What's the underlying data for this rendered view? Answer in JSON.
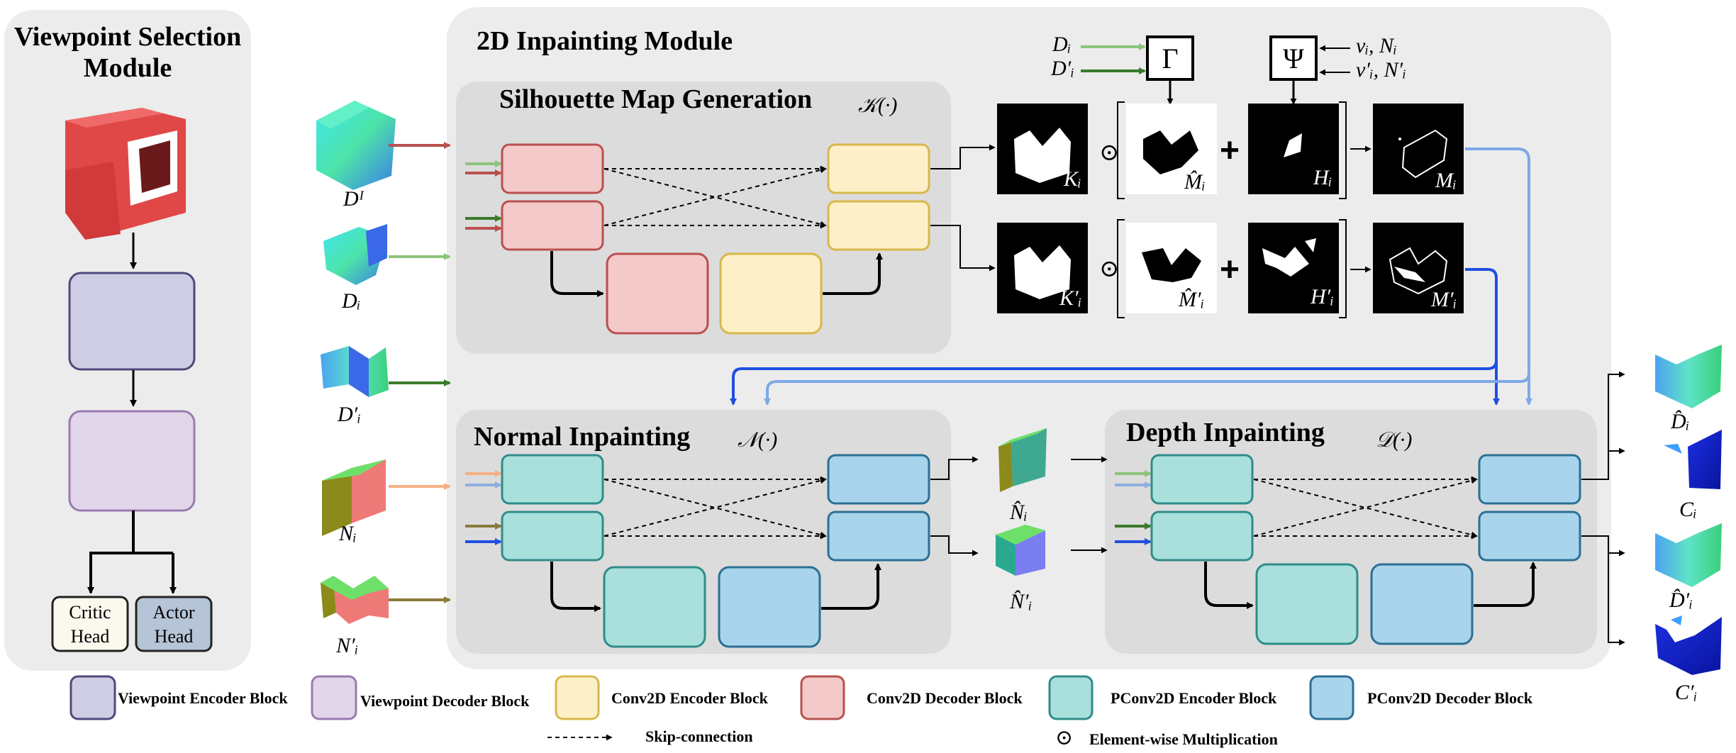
{
  "modules": {
    "viewpoint_selection": {
      "title_line1": "Viewpoint Selection",
      "title_line2": "Module"
    },
    "inpainting_2d": {
      "title": "2D Inpainting Module"
    },
    "silhouette": {
      "title": "Silhouette Map Generation",
      "func": "𝒦(·)"
    },
    "normal": {
      "title": "Normal Inpainting",
      "func": "𝒩(·)"
    },
    "depth": {
      "title": "Depth Inpainting",
      "func": "𝒟(·)"
    }
  },
  "heads": {
    "critic_line1": "Critic",
    "critic_line2": "Head",
    "actor_line1": "Actor",
    "actor_line2": "Head"
  },
  "inputs": {
    "d_full": "Dᴵ",
    "d_i": "Dᵢ",
    "d_i_prime": "D′ᵢ",
    "n_i": "Nᵢ",
    "n_i_prime": "N′ᵢ"
  },
  "operators": {
    "gamma": "Γ",
    "psi": "Ψ",
    "gamma_in1": "Dᵢ",
    "gamma_in2": "D′ᵢ",
    "psi_in1": "vᵢ, Nᵢ",
    "psi_in2": "v′ᵢ, N′ᵢ",
    "odot": "⊙",
    "plus": "+"
  },
  "maps": {
    "k": "Kᵢ",
    "m_hat": "M̂ᵢ",
    "h": "Hᵢ",
    "m": "Mᵢ",
    "k_p": "K′ᵢ",
    "m_hat_p": "M̂′ᵢ",
    "h_p": "H′ᵢ",
    "m_p": "M′ᵢ"
  },
  "outputs": {
    "n_hat": "N̂ᵢ",
    "n_hat_p": "N̂′ᵢ",
    "d_hat": "D̂ᵢ",
    "c": "Cᵢ",
    "d_hat_p": "D̂′ᵢ",
    "c_p": "C′ᵢ"
  },
  "legend": {
    "vp_enc": "Viewpoint Encoder Block",
    "vp_dec": "Viewpoint Decoder Block",
    "conv_enc": "Conv2D Encoder Block",
    "conv_dec": "Conv2D Decoder Block",
    "pconv_enc": "PConv2D Encoder Block",
    "pconv_dec": "PConv2D Decoder Block",
    "skip": "Skip-connection",
    "elementwise": "Element-wise Multiplication",
    "odot": "⊙"
  },
  "colors": {
    "panel_outer": "#ececec",
    "panel_inner": "#dcdcdc",
    "vp_enc": "#cfcde3",
    "vp_enc_border": "#4e4a7a",
    "vp_dec": "#e2d6ea",
    "vp_dec_border": "#9a7bb0",
    "conv_enc": "#fdf0c8",
    "conv_enc_border": "#d7b84a",
    "conv_dec": "#f4c9c9",
    "conv_dec_border": "#b9504f",
    "pconv_enc": "#a9e0dc",
    "pconv_enc_border": "#2f8c8a",
    "pconv_dec": "#a8d4ec",
    "pconv_dec_border": "#2b6f93",
    "arrow_red": "#b9504f",
    "arrow_lightgreen": "#8cc47a",
    "arrow_green": "#3b7a2a",
    "arrow_orange": "#f4b183",
    "arrow_lightblue": "#8faee0",
    "arrow_olive": "#8b7a3a",
    "arrow_blue": "#1f4fe0",
    "arrow_skyblue": "#7da9e8"
  }
}
